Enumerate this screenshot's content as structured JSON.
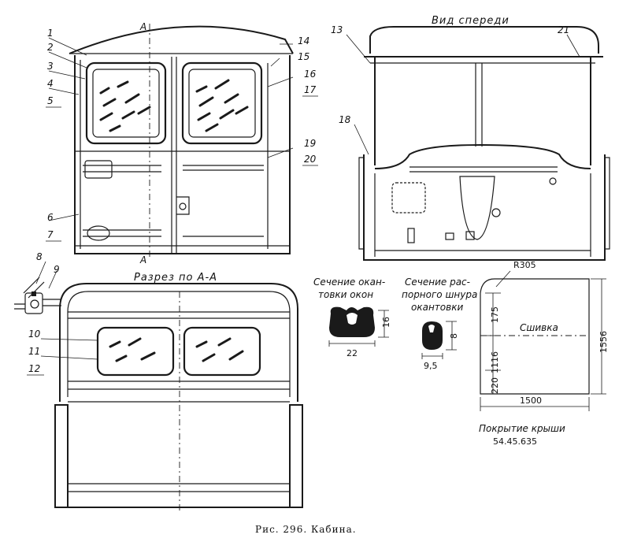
{
  "caption": "Рис. 296. Кабина.",
  "views": {
    "front_title": "Вид спереди",
    "section_title": "Разрез по А-А",
    "section_marker": "А"
  },
  "parts": {
    "p1": "1",
    "p2": "2",
    "p3": "3",
    "p4": "4",
    "p5": "5",
    "p6": "6",
    "p7": "7",
    "p8": "8",
    "p9": "9",
    "p10": "10",
    "p11": "11",
    "p12": "12",
    "p13": "13",
    "p14": "14",
    "p15": "15",
    "p16": "16",
    "p17": "17",
    "p18": "18",
    "p19": "19",
    "p20": "20",
    "p21": "21"
  },
  "window_section": {
    "title_line1": "Сечение окан-",
    "title_line2": "товки окон",
    "width": "22",
    "height": "16"
  },
  "cord_section": {
    "title_line1": "Сечение рас-",
    "title_line2": "порного шнура",
    "title_line3": "окантовки",
    "width": "9,5",
    "height": "8"
  },
  "roof_cover": {
    "radius": "R305",
    "seam_label": "Сшивка",
    "dim_175": "175",
    "dim_1116": "1116",
    "dim_220": "220",
    "dim_1556": "1556",
    "dim_1500": "1500",
    "title": "Покрытие крыши",
    "part_no": "54.45.635"
  }
}
